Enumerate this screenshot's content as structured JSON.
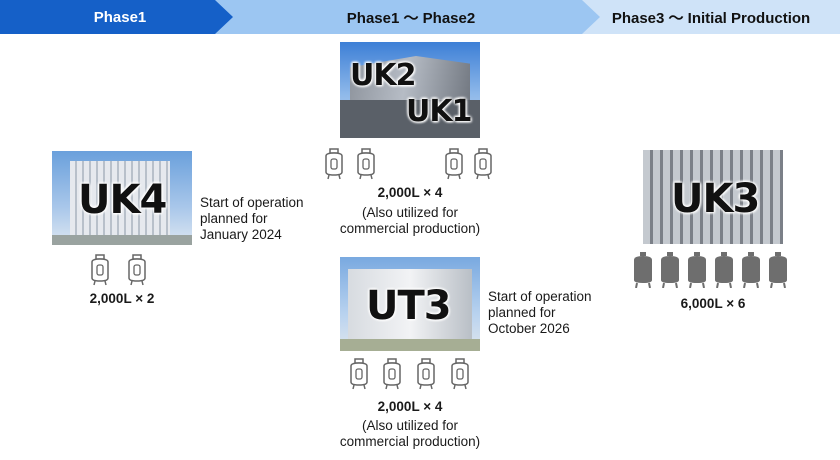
{
  "phases": [
    {
      "label": "Phase1"
    },
    {
      "label": "Phase1 ～ Phase2"
    },
    {
      "label": "Phase3 ～ Initial Production"
    }
  ],
  "facilities": {
    "uk2_uk1": {
      "labels": [
        "UK2",
        "UK1"
      ],
      "tank_count": 4,
      "capacity": "2,000L × 4",
      "note_line1": "(Also utilized for",
      "note_line2": "commercial production)"
    },
    "uk4": {
      "label": "UK4",
      "tank_count": 2,
      "capacity": "2,000L × 2",
      "schedule_line1": "Start of operation",
      "schedule_line2": "planned for",
      "schedule_line3": "January 2024"
    },
    "ut3": {
      "label": "UT3",
      "tank_count": 4,
      "capacity": "2,000L × 4",
      "note_line1": "(Also utilized for",
      "note_line2": "commercial production)",
      "schedule_line1": "Start of operation",
      "schedule_line2": "planned for",
      "schedule_line3": "October 2026"
    },
    "uk3": {
      "label": "UK3",
      "tank_count": 6,
      "capacity": "6,000L × 6"
    }
  },
  "colors": {
    "phase1": "#1560c8",
    "phase2": "#9cc6f2",
    "phase3": "#cfe3f8",
    "tank_outline": "#666666",
    "tank_fill_large": "#6e6e6e"
  },
  "icons": {
    "small_tank": "bioreactor-outline-icon",
    "large_tank": "bioreactor-filled-icon"
  }
}
